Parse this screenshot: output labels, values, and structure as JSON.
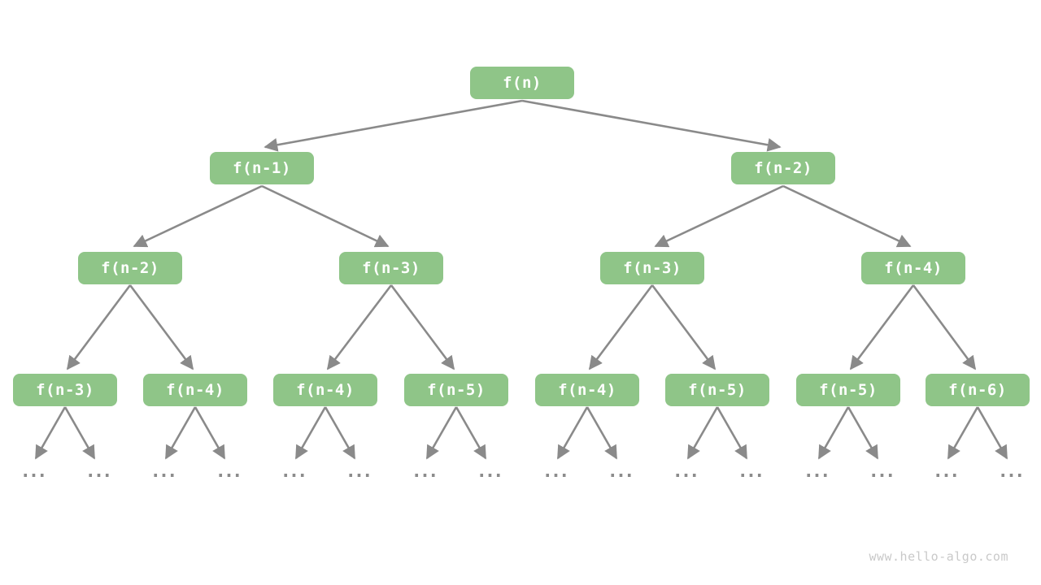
{
  "colors": {
    "node_fill": "#8FC588",
    "node_text": "#ffffff",
    "arrow": "#8a8a8a",
    "dots": "#8c8c8c",
    "watermark": "#c9c9c9",
    "background": "#ffffff"
  },
  "tree": {
    "levels": [
      {
        "nodes": [
          {
            "label": "f(n)"
          }
        ]
      },
      {
        "nodes": [
          {
            "label": "f(n-1)"
          },
          {
            "label": "f(n-2)"
          }
        ]
      },
      {
        "nodes": [
          {
            "label": "f(n-2)"
          },
          {
            "label": "f(n-3)"
          },
          {
            "label": "f(n-3)"
          },
          {
            "label": "f(n-4)"
          }
        ]
      },
      {
        "nodes": [
          {
            "label": "f(n-3)"
          },
          {
            "label": "f(n-4)"
          },
          {
            "label": "f(n-4)"
          },
          {
            "label": "f(n-5)"
          },
          {
            "label": "f(n-4)"
          },
          {
            "label": "f(n-5)"
          },
          {
            "label": "f(n-5)"
          },
          {
            "label": "f(n-6)"
          }
        ]
      }
    ],
    "ellipsis": "..."
  },
  "footer": {
    "watermark": "www.hello-algo.com"
  }
}
